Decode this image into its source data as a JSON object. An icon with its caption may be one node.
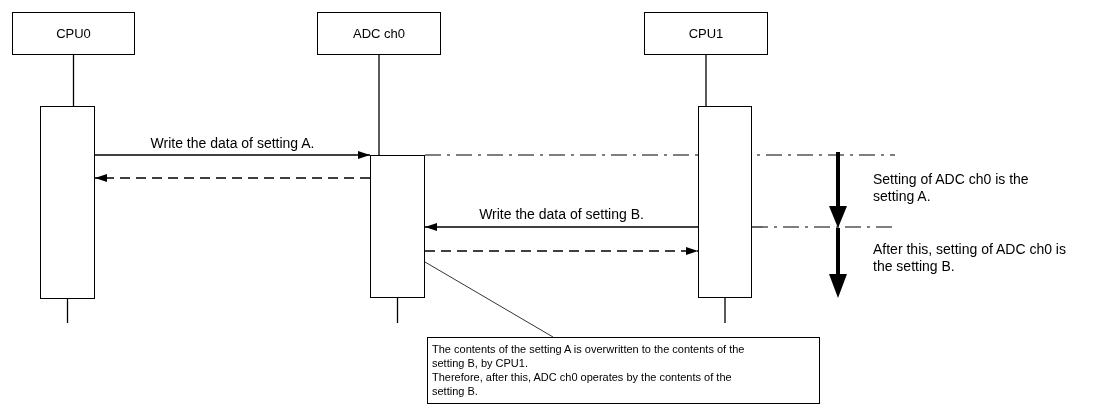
{
  "diagram": {
    "nodes": [
      {
        "text": [
          "CPU0"
        ]
      },
      {
        "text": [
          "ADC ch0"
        ]
      },
      {
        "text": [
          "CPU1"
        ]
      },
      {
        "text": [],
        "shape": "box"
      },
      {
        "text": [],
        "shape": "box"
      },
      {
        "text": [],
        "shape": "box"
      },
      {
        "text": [
          "The contents of the setting A is overwritten to the contents of  the setting B, by CPU1.",
          "Therefore, after this, ADC ch0 operates by the contents of the setting B."
        ]
      }
    ],
    "edges": [
      {
        "from": 0,
        "to": 3,
        "arrow": "none"
      },
      {
        "from": 1,
        "to": 4,
        "arrow": "none"
      },
      {
        "from": 2,
        "to": 5,
        "arrow": "none"
      },
      {
        "from": 3,
        "to": 4,
        "arrow": "to",
        "label": "Write the data of setting A."
      },
      {
        "from": 4,
        "to": 3,
        "arrow": "to",
        "style": "dashed"
      },
      {
        "from": 5,
        "to": 4,
        "arrow": "to",
        "label": "Write the data of setting B."
      },
      {
        "from": 4,
        "to": 5,
        "arrow": "to",
        "style": "dashed"
      },
      {
        "from": 6,
        "to": 4,
        "arrow": "none"
      }
    ],
    "labels": [
      "Setting of ADC ch0 is the setting A.",
      "After this, setting of ADC ch0 is the setting B."
    ]
  }
}
